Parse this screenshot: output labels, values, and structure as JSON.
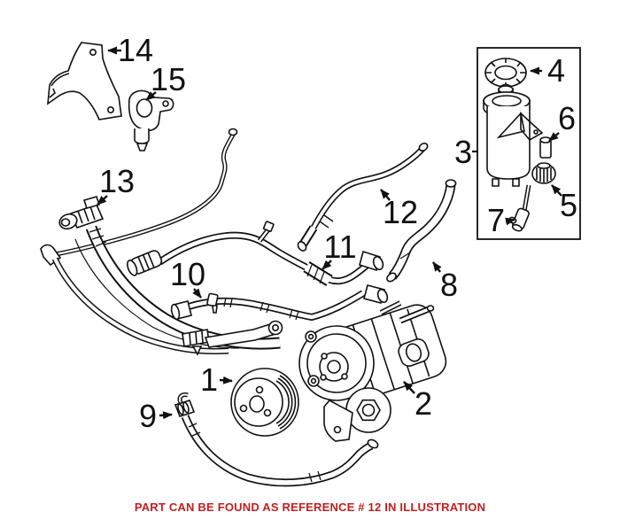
{
  "illustration": {
    "caption": "PART CAN BE FOUND AS REFERENCE # 12 IN ILLUSTRATION",
    "caption_color": "#c11f1f",
    "line_color": "#111111",
    "background_color": "#ffffff",
    "callouts": [
      {
        "ref": "1"
      },
      {
        "ref": "2"
      },
      {
        "ref": "3"
      },
      {
        "ref": "4"
      },
      {
        "ref": "5"
      },
      {
        "ref": "6"
      },
      {
        "ref": "7"
      },
      {
        "ref": "8"
      },
      {
        "ref": "9"
      },
      {
        "ref": "10"
      },
      {
        "ref": "11"
      },
      {
        "ref": "12"
      },
      {
        "ref": "13"
      },
      {
        "ref": "14"
      },
      {
        "ref": "15"
      }
    ]
  }
}
